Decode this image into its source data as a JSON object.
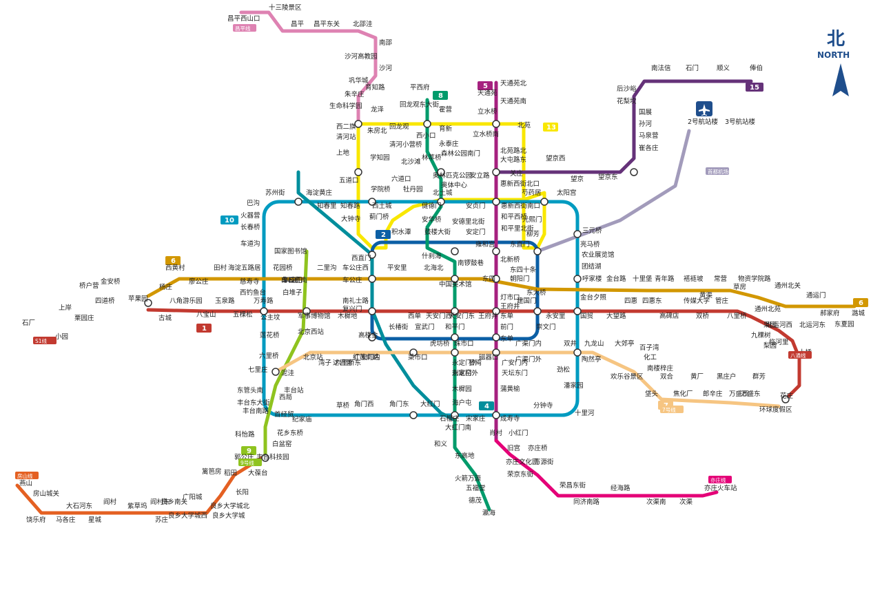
{
  "compass": {
    "glyph": "北",
    "label": "NORTH"
  },
  "colors": {
    "line1": "#c23a30",
    "line2": "#0b5fa5",
    "line4": "#008e9c",
    "line5": "#a6217f",
    "line6": "#d29700",
    "line7": "#f6c582",
    "line8": "#009b6b",
    "line9": "#8fc31f",
    "line10": "#009bc0",
    "line13": "#f9e700",
    "line14": "#d5a7a1",
    "line15": "#653279",
    "changping": "#de82b2",
    "fangshan": "#e46022",
    "yizhuang": "#e40077",
    "batong": "#c23a30",
    "airport": "#a29bbb",
    "mapbg": "#ffffff"
  },
  "lines": [
    {
      "id": "line1",
      "badge": "1"
    },
    {
      "id": "line2",
      "badge": "2"
    },
    {
      "id": "line4",
      "badge": "4"
    },
    {
      "id": "line5",
      "badge": "5"
    },
    {
      "id": "line6",
      "badge": "6"
    },
    {
      "id": "line7",
      "badge": "7"
    },
    {
      "id": "line8",
      "badge": "8"
    },
    {
      "id": "line9",
      "badge": "9"
    },
    {
      "id": "line10",
      "badge": "10"
    },
    {
      "id": "line13",
      "badge": "13"
    },
    {
      "id": "line15",
      "badge": "15"
    }
  ],
  "stations": [
    {
      "name": "十三陵景区"
    },
    {
      "name": "昌平西山口"
    },
    {
      "name": "昌平"
    },
    {
      "name": "昌平东关"
    },
    {
      "name": "北邵洼"
    },
    {
      "name": "南邵"
    },
    {
      "name": "沙河高教园"
    },
    {
      "name": "沙河"
    },
    {
      "name": "巩华城"
    },
    {
      "name": "朱辛庄"
    },
    {
      "name": "生命科学园"
    },
    {
      "name": "育知路"
    },
    {
      "name": "平西府"
    },
    {
      "name": "回龙观东大街"
    },
    {
      "name": "霍营"
    },
    {
      "name": "龙泽"
    },
    {
      "name": "回龙观"
    },
    {
      "name": "西二旗"
    },
    {
      "name": "朱房北"
    },
    {
      "name": "清河站"
    },
    {
      "name": "上地"
    },
    {
      "name": "清河小营桥"
    },
    {
      "name": "育新"
    },
    {
      "name": "西小口"
    },
    {
      "name": "永泰庄"
    },
    {
      "name": "林萃桥"
    },
    {
      "name": "森林公园南门"
    },
    {
      "name": "学知园"
    },
    {
      "name": "北沙滩"
    },
    {
      "name": "五道口"
    },
    {
      "name": "六道口"
    },
    {
      "name": "奥林匹克公园"
    },
    {
      "name": "奥体中心"
    },
    {
      "name": "安立路"
    },
    {
      "name": "学院桥"
    },
    {
      "name": "牡丹园"
    },
    {
      "name": "北土城"
    },
    {
      "name": "天通苑北"
    },
    {
      "name": "天通苑"
    },
    {
      "name": "天通苑南"
    },
    {
      "name": "立水桥"
    },
    {
      "name": "立水桥南"
    },
    {
      "name": "北苑路北"
    },
    {
      "name": "大屯路东"
    },
    {
      "name": "北苑"
    },
    {
      "name": "望京西"
    },
    {
      "name": "关庄"
    },
    {
      "name": "惠新西街北口"
    },
    {
      "name": "芍药居"
    },
    {
      "name": "望京"
    },
    {
      "name": "望京东"
    },
    {
      "name": "崔各庄"
    },
    {
      "name": "马泉营"
    },
    {
      "name": "孙河"
    },
    {
      "name": "国展"
    },
    {
      "name": "花梨坎"
    },
    {
      "name": "后沙峪"
    },
    {
      "name": "南法信"
    },
    {
      "name": "石门"
    },
    {
      "name": "顺义"
    },
    {
      "name": "俸伯"
    },
    {
      "name": "2号航站楼"
    },
    {
      "name": "3号航站楼"
    },
    {
      "name": "苏州街"
    },
    {
      "name": "海淀黄庄"
    },
    {
      "name": "知春里"
    },
    {
      "name": "知春路"
    },
    {
      "name": "西土城"
    },
    {
      "name": "健德门"
    },
    {
      "name": "安贞门"
    },
    {
      "name": "惠新西街南口"
    },
    {
      "name": "太阳宫"
    },
    {
      "name": "巴沟"
    },
    {
      "name": "火器营"
    },
    {
      "name": "长春桥"
    },
    {
      "name": "车道沟"
    },
    {
      "name": "大钟寺"
    },
    {
      "name": "蓟门桥"
    },
    {
      "name": "安华桥"
    },
    {
      "name": "和平西桥"
    },
    {
      "name": "光熙门"
    },
    {
      "name": "和平里北街"
    },
    {
      "name": "安德里北街"
    },
    {
      "name": "三元桥"
    },
    {
      "name": "亮马桥"
    },
    {
      "name": "积水潭"
    },
    {
      "name": "鼓楼大街"
    },
    {
      "name": "安定门"
    },
    {
      "name": "雍和宫"
    },
    {
      "name": "东直门"
    },
    {
      "name": "柳芳"
    },
    {
      "name": "农业展览馆"
    },
    {
      "name": "团结湖"
    },
    {
      "name": "国家图书馆"
    },
    {
      "name": "西直门"
    },
    {
      "name": "什刹海"
    },
    {
      "name": "南锣鼓巷"
    },
    {
      "name": "北新桥"
    },
    {
      "name": "呼家楼"
    },
    {
      "name": "金台路"
    },
    {
      "name": "十里堡"
    },
    {
      "name": "青年路"
    },
    {
      "name": "褡裢坡"
    },
    {
      "name": "常营"
    },
    {
      "name": "草房"
    },
    {
      "name": "物资学院路"
    },
    {
      "name": "通州北关"
    },
    {
      "name": "通运门"
    },
    {
      "name": "潞城"
    },
    {
      "name": "郝家府"
    },
    {
      "name": "东夏园"
    },
    {
      "name": "北运河东"
    },
    {
      "name": "北运河西"
    },
    {
      "name": "黄渠"
    },
    {
      "name": "西黄村"
    },
    {
      "name": "廖公庄"
    },
    {
      "name": "田村"
    },
    {
      "name": "海淀五路居"
    },
    {
      "name": "花园桥"
    },
    {
      "name": "白石桥南"
    },
    {
      "name": "二里沟"
    },
    {
      "name": "车公庄西"
    },
    {
      "name": "车公庄"
    },
    {
      "name": "平安里"
    },
    {
      "name": "北海北"
    },
    {
      "name": "东四"
    },
    {
      "name": "朝阳门"
    },
    {
      "name": "东大桥"
    },
    {
      "name": "金台夕照"
    },
    {
      "name": "桥户营"
    },
    {
      "name": "金安桥"
    },
    {
      "name": "四道桥"
    },
    {
      "name": "杨庄"
    },
    {
      "name": "苹果园"
    },
    {
      "name": "上岸"
    },
    {
      "name": "栗园庄"
    },
    {
      "name": "石厂"
    },
    {
      "name": "小园"
    },
    {
      "name": "古城"
    },
    {
      "name": "八角游乐园"
    },
    {
      "name": "八宝山"
    },
    {
      "name": "玉泉路"
    },
    {
      "name": "五棵松"
    },
    {
      "name": "万寿路"
    },
    {
      "name": "公主坟"
    },
    {
      "name": "军事博物馆"
    },
    {
      "name": "木樨地"
    },
    {
      "name": "南礼士路"
    },
    {
      "name": "复兴门"
    },
    {
      "name": "西单"
    },
    {
      "name": "天安门西"
    },
    {
      "name": "天安门东"
    },
    {
      "name": "王府井"
    },
    {
      "name": "东单"
    },
    {
      "name": "建国门"
    },
    {
      "name": "永安里"
    },
    {
      "name": "国贸"
    },
    {
      "name": "大望路"
    },
    {
      "name": "四惠"
    },
    {
      "name": "四惠东"
    },
    {
      "name": "高碑店"
    },
    {
      "name": "传媒大学"
    },
    {
      "name": "双桥"
    },
    {
      "name": "管庄"
    },
    {
      "name": "八里桥"
    },
    {
      "name": "通州北苑"
    },
    {
      "name": "果园"
    },
    {
      "name": "九棵树"
    },
    {
      "name": "梨园"
    },
    {
      "name": "临河里"
    },
    {
      "name": "土桥"
    },
    {
      "name": "花庄"
    },
    {
      "name": "环球度假区"
    },
    {
      "name": "慈寿寺"
    },
    {
      "name": "西钓鱼台"
    },
    {
      "name": "白堆子"
    },
    {
      "name": "阜成门"
    },
    {
      "name": "车公庄"
    },
    {
      "name": "灯市口"
    },
    {
      "name": "东四十条"
    },
    {
      "name": "莲花桥"
    },
    {
      "name": "六里桥"
    },
    {
      "name": "七里庄"
    },
    {
      "name": "北京西站"
    },
    {
      "name": "湾子"
    },
    {
      "name": "达官营"
    },
    {
      "name": "广安门内"
    },
    {
      "name": "菜市口"
    },
    {
      "name": "虎坊桥"
    },
    {
      "name": "珠市口"
    },
    {
      "name": "桥湾"
    },
    {
      "name": "磁器口"
    },
    {
      "name": "广渠门内"
    },
    {
      "name": "广渠门外"
    },
    {
      "name": "双井"
    },
    {
      "name": "九龙山"
    },
    {
      "name": "大郊亭"
    },
    {
      "name": "百子湾"
    },
    {
      "name": "化工"
    },
    {
      "name": "南楼梓庄"
    },
    {
      "name": "欢乐谷景区"
    },
    {
      "name": "垡头"
    },
    {
      "name": "双合"
    },
    {
      "name": "焦化厂"
    },
    {
      "name": "黄厂"
    },
    {
      "name": "郎辛庄"
    },
    {
      "name": "黑庄户"
    },
    {
      "name": "万盛西"
    },
    {
      "name": "万盛东"
    },
    {
      "name": "群芳"
    },
    {
      "name": "高楼金"
    },
    {
      "name": "长椿街"
    },
    {
      "name": "宣武门"
    },
    {
      "name": "和平门"
    },
    {
      "name": "前门"
    },
    {
      "name": "崇文门"
    },
    {
      "name": "北京站"
    },
    {
      "name": "六里桥东"
    },
    {
      "name": "红莲南路"
    },
    {
      "name": "广安门内"
    },
    {
      "name": "天坛东门"
    },
    {
      "name": "蒲黄榆"
    },
    {
      "name": "刘家窑"
    },
    {
      "name": "永定门外"
    },
    {
      "name": "陶然亭"
    },
    {
      "name": "劲松"
    },
    {
      "name": "潘家园"
    },
    {
      "name": "十里河"
    },
    {
      "name": "分钟寺"
    },
    {
      "name": "成寿寺"
    },
    {
      "name": "宋家庄"
    },
    {
      "name": "石榴庄"
    },
    {
      "name": "大红门"
    },
    {
      "name": "角门东"
    },
    {
      "name": "角门西"
    },
    {
      "name": "草桥"
    },
    {
      "name": "纪家庙"
    },
    {
      "name": "首经贸"
    },
    {
      "name": "丰台站"
    },
    {
      "name": "泥洼"
    },
    {
      "name": "西局"
    },
    {
      "name": "东管头南"
    },
    {
      "name": "丰台东大街"
    },
    {
      "name": "丰台南路"
    },
    {
      "name": "科怡路"
    },
    {
      "name": "丰台科技园"
    },
    {
      "name": "郭公庄"
    },
    {
      "name": "大葆台"
    },
    {
      "name": "稻田"
    },
    {
      "name": "长阳"
    },
    {
      "name": "篱笆房"
    },
    {
      "name": "广阳城"
    },
    {
      "name": "良乡大学城北"
    },
    {
      "name": "良乡大学城"
    },
    {
      "name": "良乡大学城西"
    },
    {
      "name": "良乡南关"
    },
    {
      "name": "苏庄"
    },
    {
      "name": "阎村东"
    },
    {
      "name": "紫草坞"
    },
    {
      "name": "阎村"
    },
    {
      "name": "星城"
    },
    {
      "name": "大石河东"
    },
    {
      "name": "马各庄"
    },
    {
      "name": "饶乐府"
    },
    {
      "name": "房山城关"
    },
    {
      "name": "燕山"
    },
    {
      "name": "花乡东桥"
    },
    {
      "name": "白盆窑"
    },
    {
      "name": "永定门外"
    },
    {
      "name": "木樨园"
    },
    {
      "name": "海户屯"
    },
    {
      "name": "大红门南"
    },
    {
      "name": "和义"
    },
    {
      "name": "东高地"
    },
    {
      "name": "火箭万源"
    },
    {
      "name": "五福堂"
    },
    {
      "name": "德茂"
    },
    {
      "name": "瀛海"
    },
    {
      "name": "肖村"
    },
    {
      "name": "小红门"
    },
    {
      "name": "旧宫"
    },
    {
      "name": "亦庄桥"
    },
    {
      "name": "亦庄文化园"
    },
    {
      "name": "万源街"
    },
    {
      "name": "荣京东街"
    },
    {
      "name": "荣昌东街"
    },
    {
      "name": "同济南路"
    },
    {
      "name": "经海路"
    },
    {
      "name": "次渠南"
    },
    {
      "name": "次渠"
    },
    {
      "name": "亦庄火车站"
    },
    {
      "name": "中国美术馆"
    },
    {
      "name": "东单"
    },
    {
      "name": "王府井"
    }
  ],
  "branch_labels": {
    "changping": "昌平线",
    "fangshan": "房山线",
    "yizhuang": "亦庄线",
    "batong": "八通线",
    "airport": "首都机场线",
    "s1": "S1线",
    "line9": "9号线",
    "line7": "7号线"
  }
}
